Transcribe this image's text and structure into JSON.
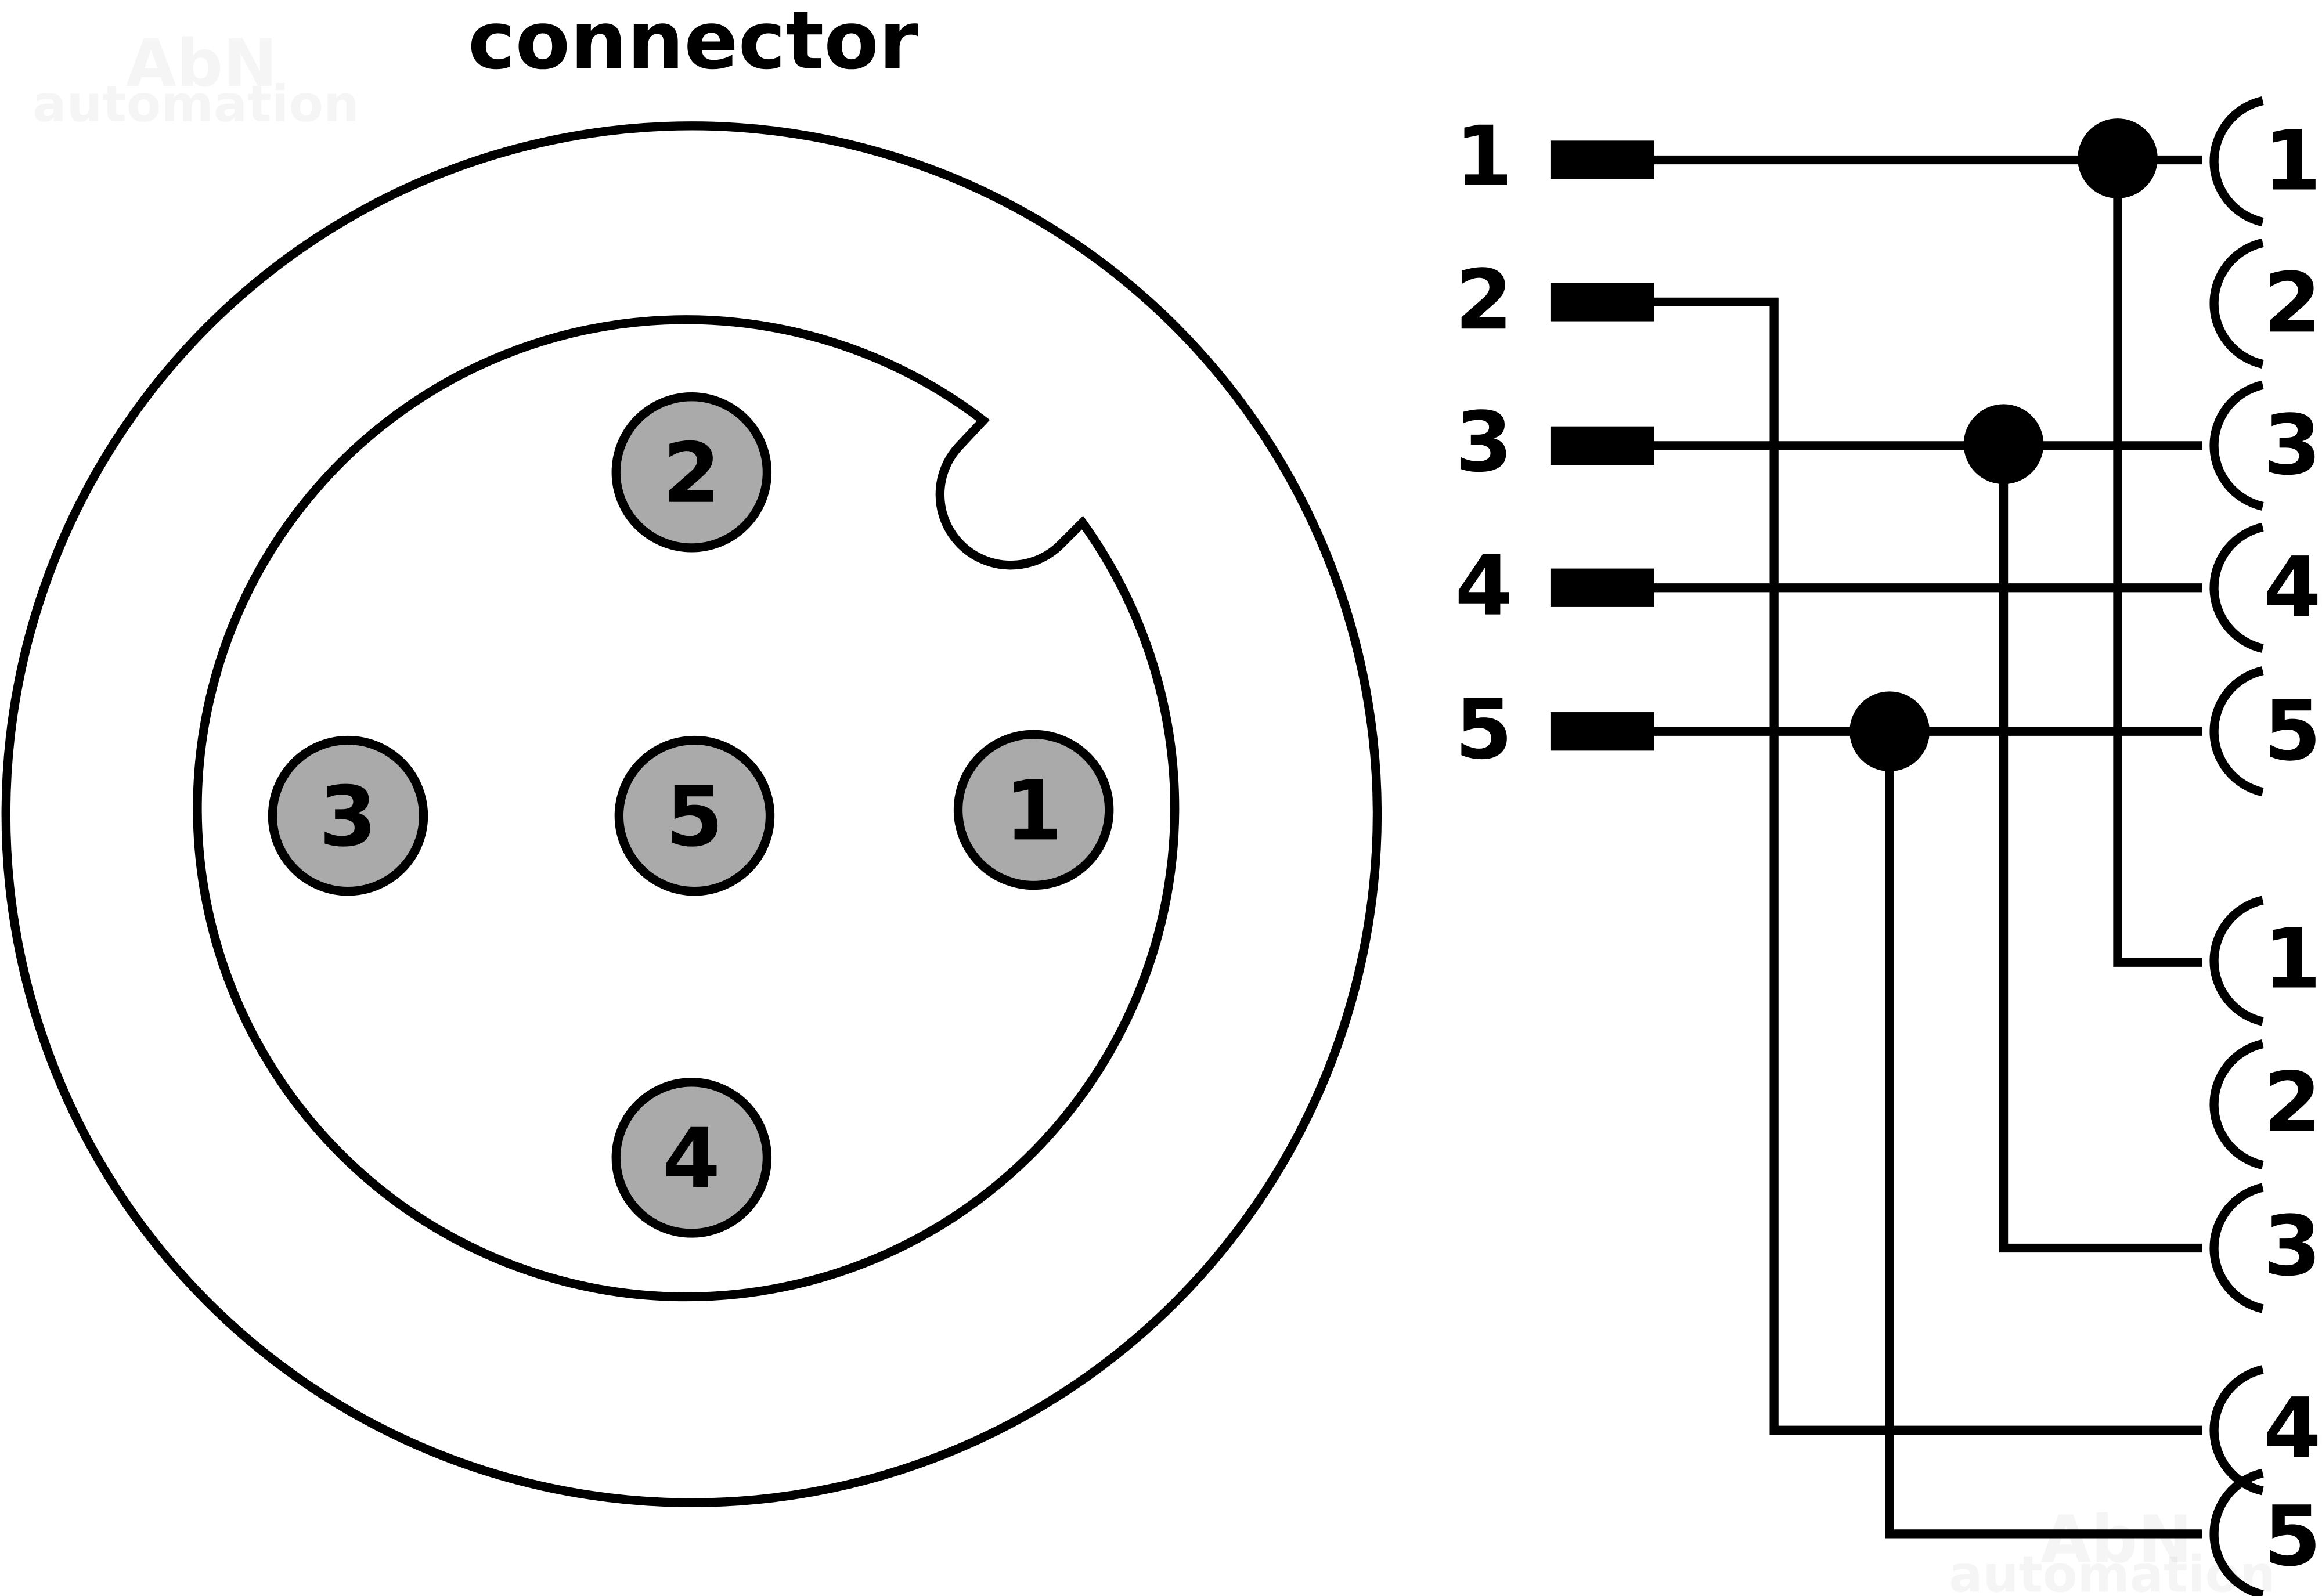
{
  "title": "connector",
  "watermark": {
    "line1": "AbN",
    "line2": "automation"
  },
  "colors": {
    "line": "#000000",
    "pin_fill": "#aaaaaa",
    "background": "#ffffff"
  },
  "connector_face": {
    "pins": [
      {
        "label": "1",
        "position": "right"
      },
      {
        "label": "2",
        "position": "top"
      },
      {
        "label": "3",
        "position": "left"
      },
      {
        "label": "4",
        "position": "bottom"
      },
      {
        "label": "5",
        "position": "center"
      }
    ],
    "keyway": "top-right notch"
  },
  "schematic": {
    "inputs": [
      "1",
      "2",
      "3",
      "4",
      "5"
    ],
    "outputs_a": [
      "1",
      "2",
      "3",
      "4",
      "5"
    ],
    "outputs_b": [
      "1",
      "2",
      "3",
      "4",
      "5"
    ],
    "connections": [
      {
        "from": "1",
        "to": [
          "A1",
          "B1"
        ],
        "junction": true
      },
      {
        "from": "2",
        "to": [
          "B4"
        ],
        "junction": false
      },
      {
        "from": "3",
        "to": [
          "A3",
          "B3"
        ],
        "junction": true
      },
      {
        "from": "4",
        "to": [
          "A4"
        ],
        "junction": false
      },
      {
        "from": "5",
        "to": [
          "A5",
          "B5"
        ],
        "junction": true
      }
    ]
  }
}
